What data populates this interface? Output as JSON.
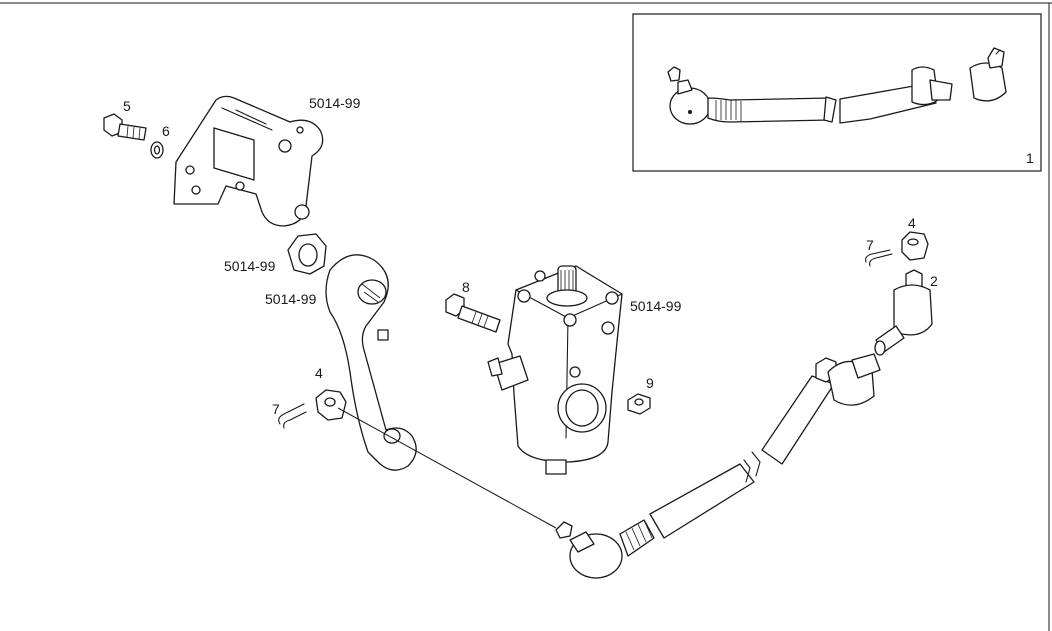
{
  "labels": {
    "inset_part": "1",
    "tie_rod_end": "2",
    "castle_nut_right": "4",
    "castle_nut_left": "4",
    "bolt_bracket": "5",
    "washer": "6",
    "cotter_pin_right": "7",
    "cotter_pin_left": "7",
    "bolt_box": "8",
    "nut_box": "9",
    "ref_bracket": "5014-99",
    "ref_nut": "5014-99",
    "ref_arm": "5014-99",
    "ref_box": "5014-99"
  }
}
